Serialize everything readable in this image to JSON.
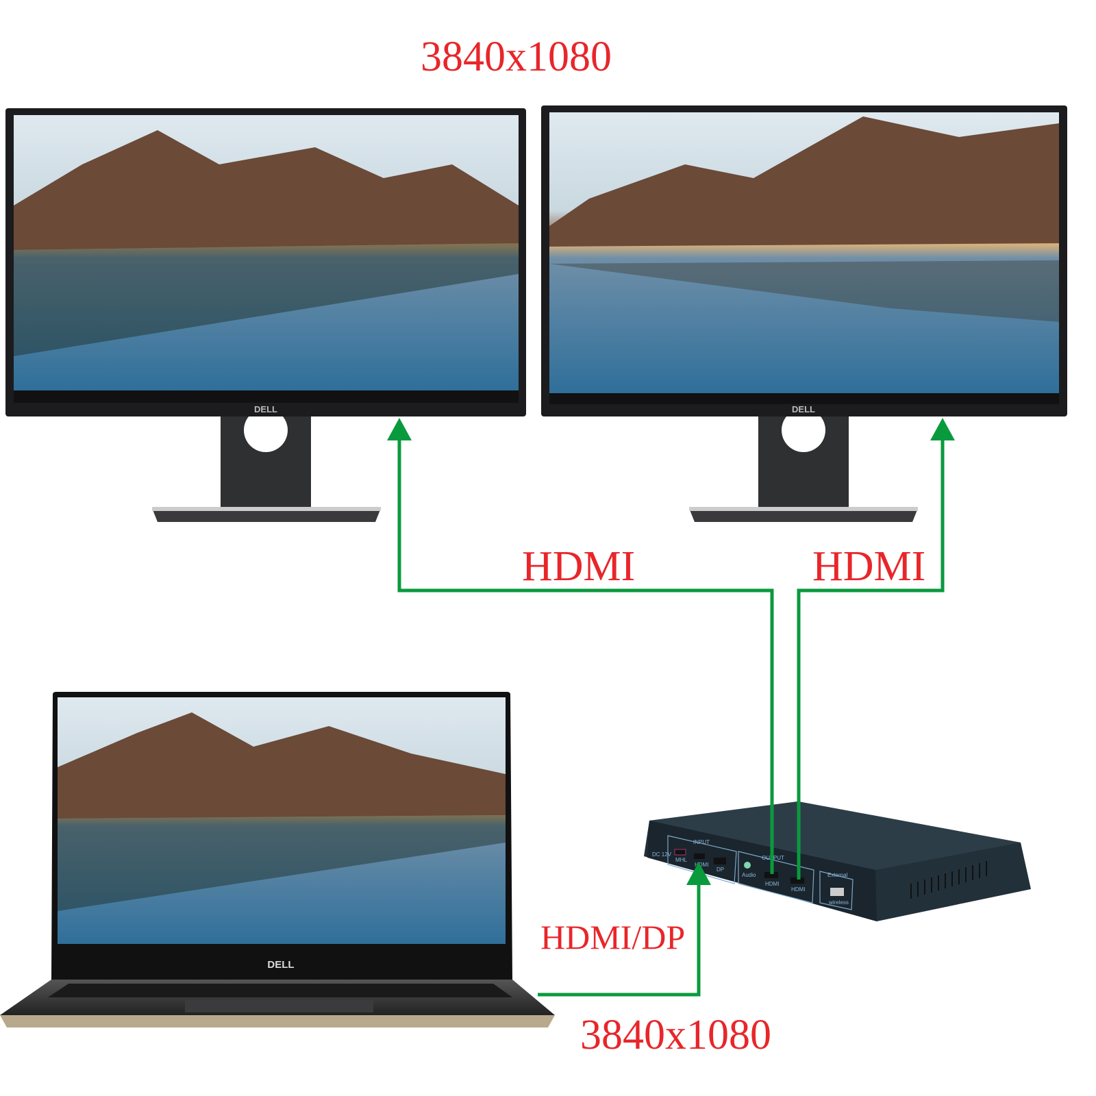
{
  "labels": {
    "top_resolution": "3840x1080",
    "left_cable": "HDMI",
    "right_cable": "HDMI",
    "input_cable": "HDMI/DP",
    "bottom_resolution": "3840x1080"
  },
  "brand": "DELL",
  "device": {
    "power": "DC 12V",
    "input_group": "INPUT",
    "input_ports": [
      "MHL",
      "HDMI",
      "DP"
    ],
    "output_group": "OUTPUT",
    "audio": "Audio",
    "output_ports": [
      "HDMI",
      "HDMI"
    ],
    "external_group": "External",
    "external_port": "wireless"
  },
  "colors": {
    "cable": "#0a9a3e",
    "label": "#e8262a"
  }
}
